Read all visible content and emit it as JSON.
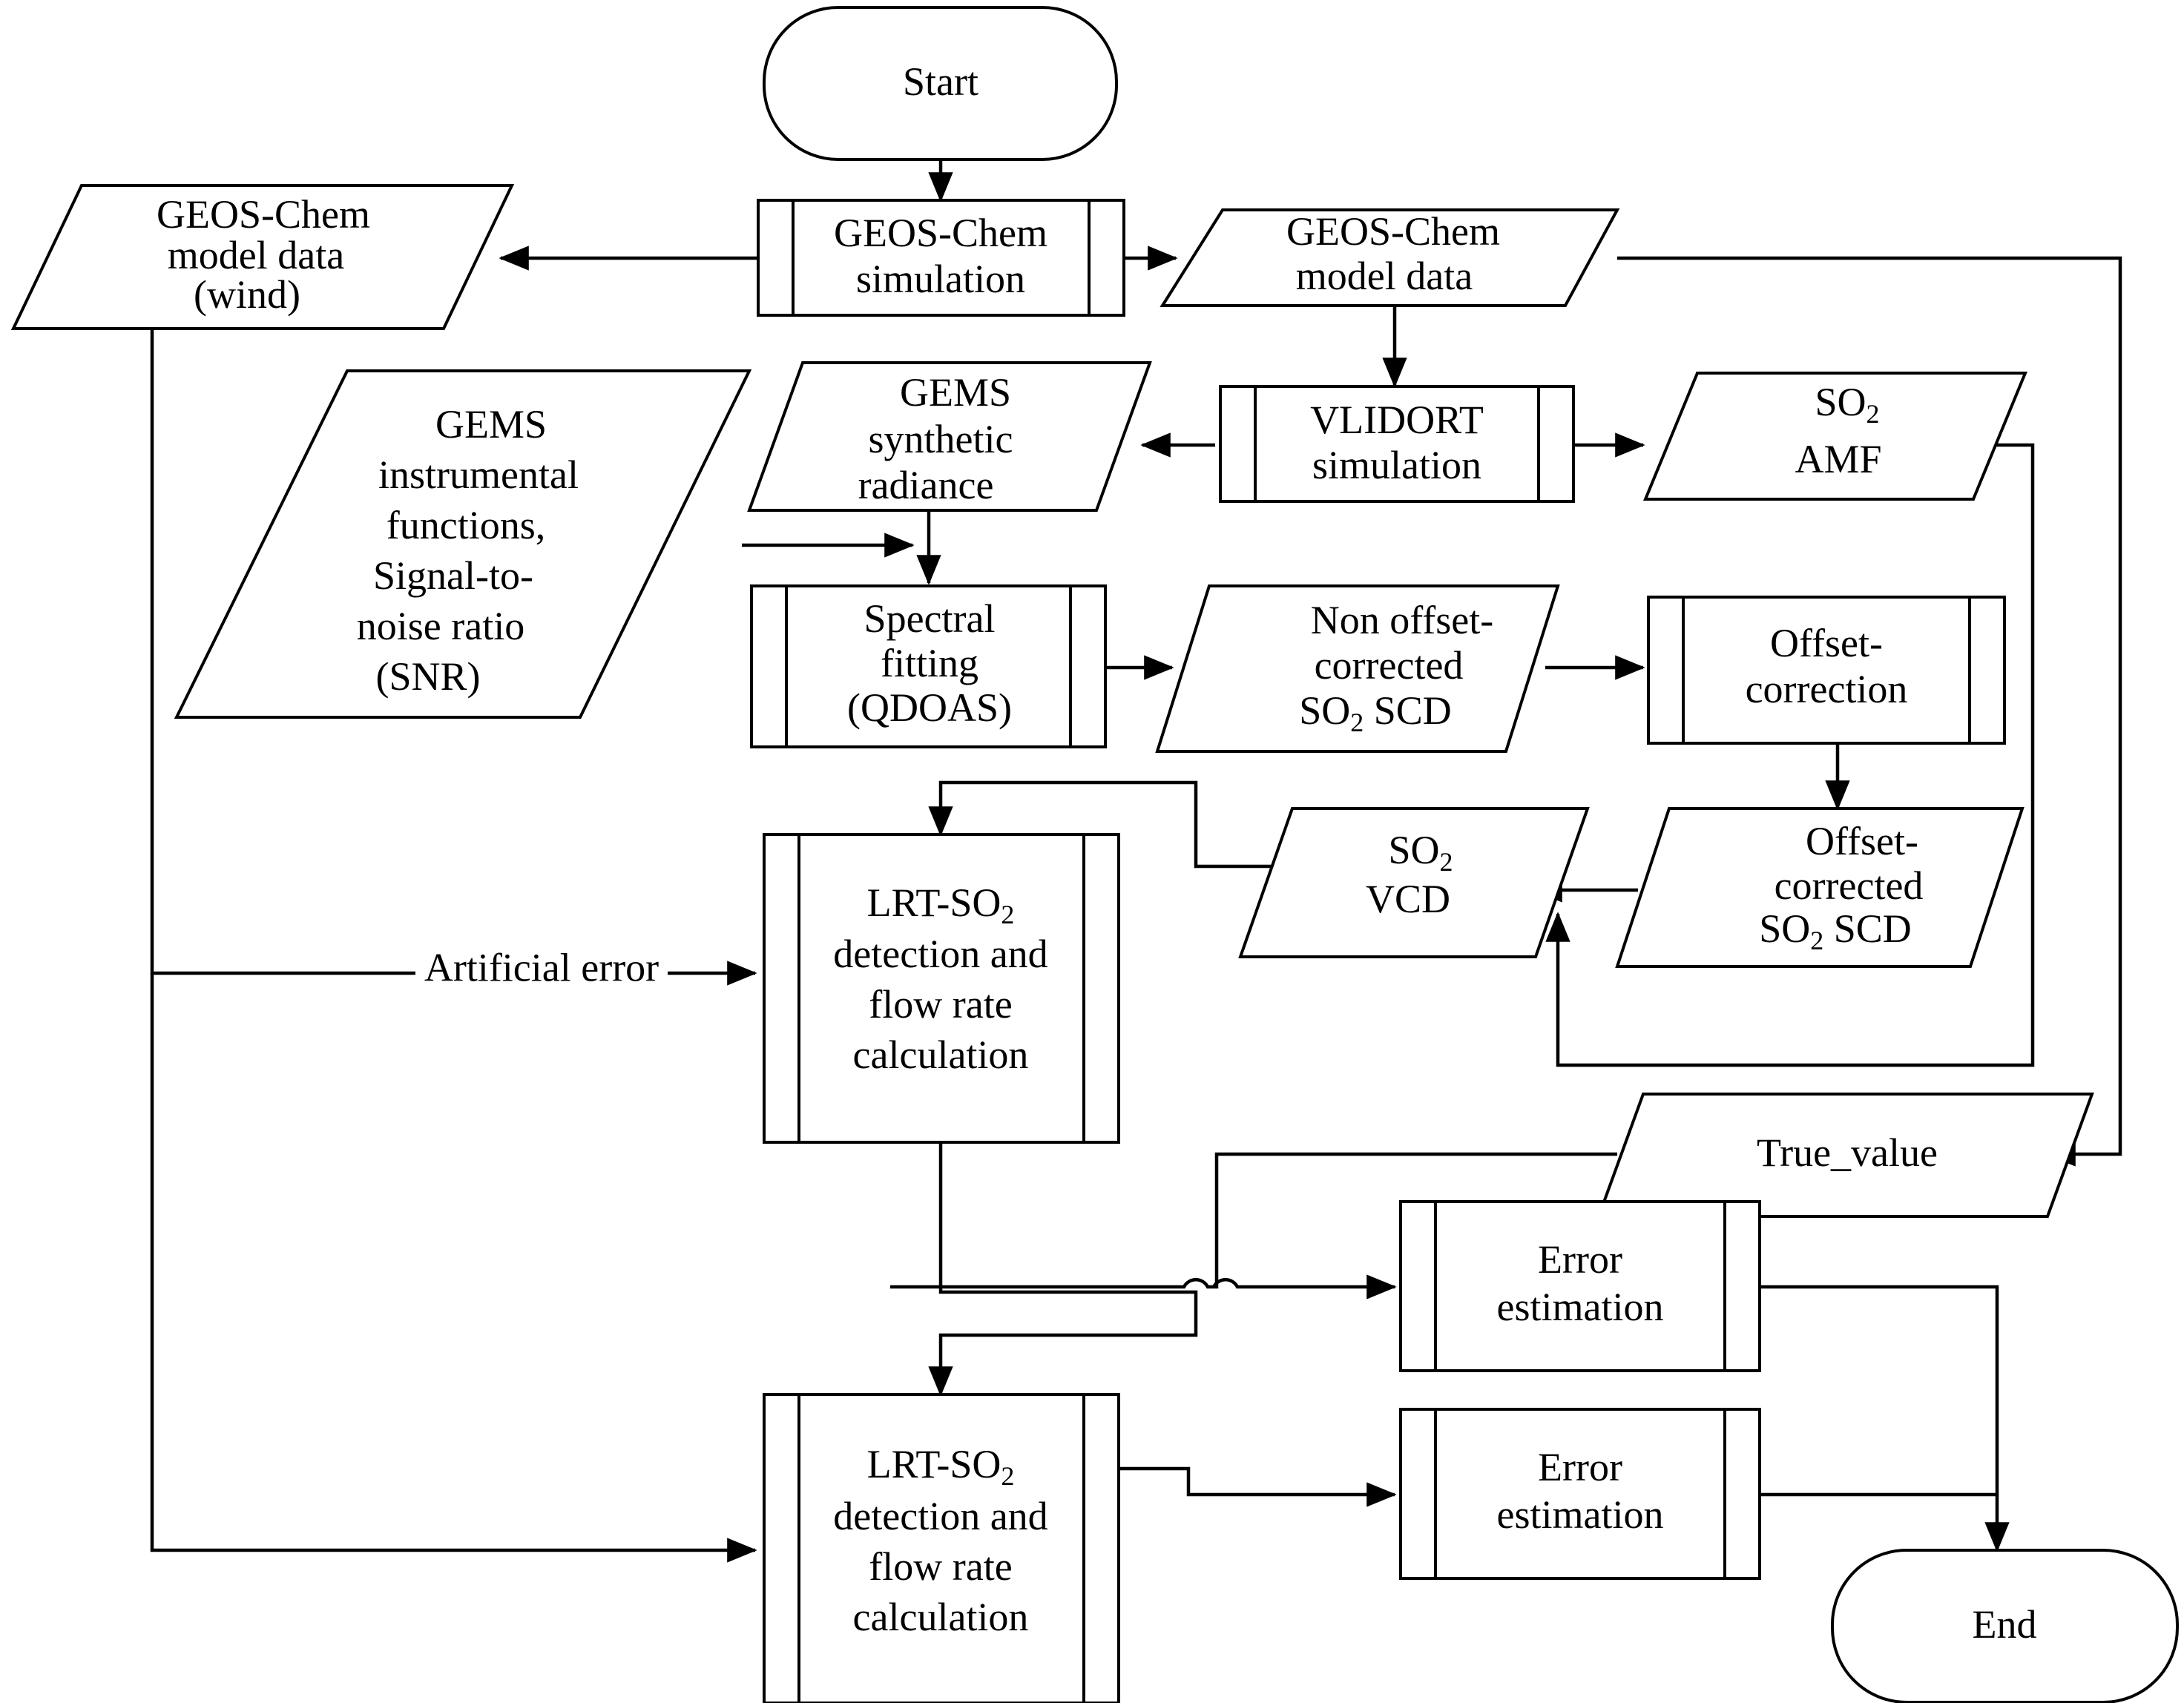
{
  "diagram": {
    "title": "SO2 retrieval and error estimation flowchart",
    "type": "flowchart",
    "background": "#ffffff",
    "stroke": "#000000"
  },
  "nodes": {
    "start": {
      "label": "Start",
      "shape": "terminator"
    },
    "geos_sim": {
      "label": "GEOS-Chem",
      "label2": "simulation",
      "shape": "predefined-process"
    },
    "geos_wind": {
      "label": "GEOS-Chem",
      "label2": "model data",
      "label3": "(wind)",
      "shape": "data"
    },
    "geos_model": {
      "label": "GEOS-Chem",
      "label2": "model data",
      "shape": "data"
    },
    "vlidort": {
      "label": "VLIDORT",
      "label2": "simulation",
      "shape": "predefined-process"
    },
    "so2_amf": {
      "label": "SO",
      "sub": "2",
      "label2": "AMF",
      "shape": "data"
    },
    "gems_radiance": {
      "label": "GEMS",
      "label2": "synthetic",
      "label3": "radiance",
      "shape": "data"
    },
    "gems_instr": {
      "label": "GEMS",
      "label2": "instrumental",
      "label3": "functions,",
      "label4": "Signal-to-",
      "label5": "noise ratio",
      "label6": "(SNR)",
      "shape": "data"
    },
    "spectral_fitting": {
      "label": "Spectral",
      "label2": "fitting",
      "label3": "(QDOAS)",
      "shape": "predefined-process"
    },
    "non_offset_scd": {
      "label": "Non offset-",
      "label2": "corrected",
      "label3": "SO",
      "sub": "2",
      "label3b": " SCD",
      "shape": "data"
    },
    "offset_correction": {
      "label": "Offset-",
      "label2": "correction",
      "shape": "predefined-process"
    },
    "offset_scd": {
      "label": "Offset-",
      "label2": "corrected",
      "label3": "SO",
      "sub": "2",
      "label3b": " SCD",
      "shape": "data"
    },
    "so2_vcd": {
      "label": "SO",
      "sub": "2",
      "label2": "VCD",
      "shape": "data"
    },
    "lrt_top": {
      "label": "LRT-SO",
      "sub": "2",
      "label2": "detection and",
      "label3": "flow rate",
      "label4": "calculation",
      "shape": "predefined-process"
    },
    "lrt_bottom": {
      "label": "LRT-SO",
      "sub": "2",
      "label2": "detection and",
      "label3": "flow rate",
      "label4": "calculation",
      "shape": "predefined-process"
    },
    "true_value": {
      "label": "True_value",
      "shape": "data"
    },
    "error_est_top": {
      "label": "Error",
      "label2": "estimation",
      "shape": "predefined-process"
    },
    "error_est_bottom": {
      "label": "Error",
      "label2": "estimation",
      "shape": "predefined-process"
    },
    "end": {
      "label": "End",
      "shape": "terminator"
    }
  },
  "edge_labels": {
    "artificial_error": "Artificial error"
  },
  "edges": [
    {
      "from": "start",
      "to": "geos_sim",
      "arrow": true
    },
    {
      "from": "geos_sim",
      "to": "geos_wind",
      "arrow": true
    },
    {
      "from": "geos_sim",
      "to": "geos_model",
      "arrow": true
    },
    {
      "from": "geos_model",
      "to": "vlidort",
      "arrow": true
    },
    {
      "from": "vlidort",
      "to": "gems_radiance",
      "arrow": true
    },
    {
      "from": "vlidort",
      "to": "so2_amf",
      "arrow": true
    },
    {
      "from": "gems_instr",
      "to": "spectral_fitting",
      "arrow": true
    },
    {
      "from": "gems_radiance",
      "to": "spectral_fitting",
      "arrow": true
    },
    {
      "from": "spectral_fitting",
      "to": "non_offset_scd",
      "arrow": true
    },
    {
      "from": "non_offset_scd",
      "to": "offset_correction",
      "arrow": true
    },
    {
      "from": "offset_correction",
      "to": "offset_scd",
      "arrow": true
    },
    {
      "from": "offset_scd",
      "to": "so2_vcd",
      "arrow": true
    },
    {
      "from": "so2_amf",
      "to": "so2_vcd",
      "arrow": true
    },
    {
      "from": "so2_vcd",
      "to": "lrt_top",
      "arrow": true
    },
    {
      "from": "geos_wind",
      "to": "lrt_top",
      "arrow": true,
      "label": "Artificial error"
    },
    {
      "from": "geos_wind",
      "to": "lrt_bottom",
      "arrow": true
    },
    {
      "from": "lrt_top",
      "to": "lrt_bottom",
      "arrow": true
    },
    {
      "from": "geos_model",
      "to": "true_value",
      "arrow": true
    },
    {
      "from": "true_value",
      "to": "error_est_top",
      "arrow": true
    },
    {
      "from": "lrt_bottom",
      "to": "error_est_bottom",
      "arrow": true
    },
    {
      "from": "error_est_top",
      "to": "end",
      "arrow": true
    },
    {
      "from": "error_est_bottom",
      "to": "end",
      "arrow": false
    }
  ]
}
